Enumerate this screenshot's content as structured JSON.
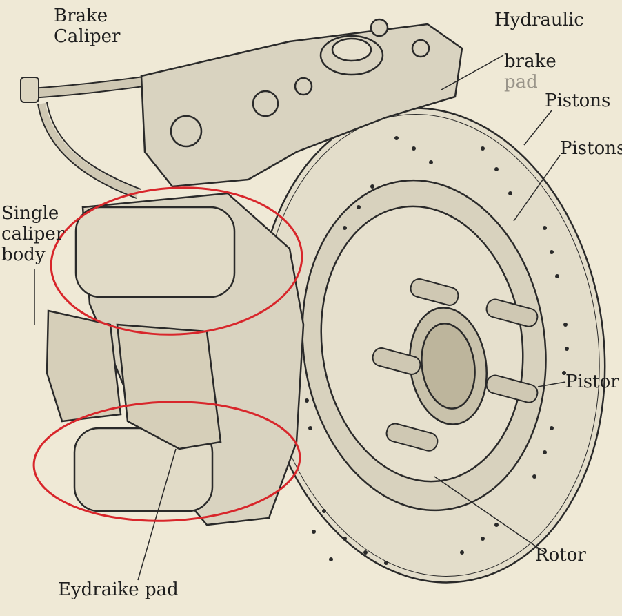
{
  "labels": {
    "brake_caliper": "Brake\nCaliper",
    "hydraulic": "Hydraulic",
    "brake_line2_main": "brake",
    "brake_line2_faint": "pad",
    "pistons_1": "Pistons",
    "pistons_2": "Pistons",
    "single_caliper": "Single\ncaliper\nbody",
    "piston": "Pistor",
    "rotor": "Rotor",
    "brake_pad_bottom": "Eydraike pad"
  },
  "colors": {
    "background": "#efe9d6",
    "ink": "#2a2a2a",
    "highlight_ellipse": "#d8262b",
    "metal": "#d9d3c0"
  }
}
